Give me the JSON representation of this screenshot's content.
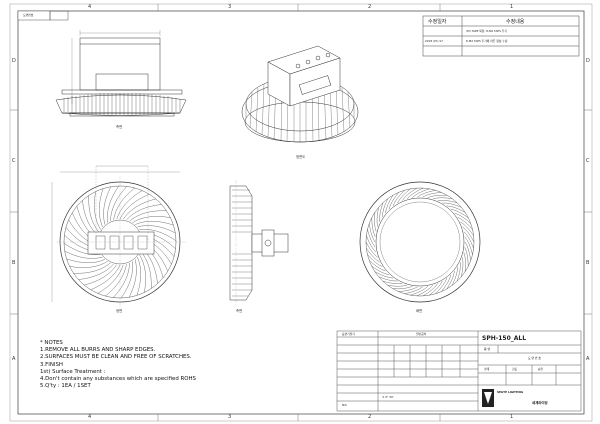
{
  "drawing_number_box": "도면번호",
  "revision_table": {
    "headers": [
      "수정일자",
      "수정내용"
    ],
    "rows": [
      {
        "date": "",
        "content": "(M) TAPE 외함, 8-M2 TAPS 추가"
      },
      {
        "date": "2018 /03 /17",
        "content": "8-M2 TAPS 추가에 따른 형상 수정"
      }
    ]
  },
  "border_zones": {
    "top": [
      "4",
      "3",
      "2",
      "1"
    ],
    "bottom": [
      "4",
      "3",
      "2",
      "1"
    ],
    "left": [
      "D",
      "C",
      "B",
      "A"
    ],
    "right": [
      "D",
      "C",
      "B",
      "A"
    ]
  },
  "view_labels": [
    "측면",
    "정면도",
    "정면",
    "측면",
    "배면"
  ],
  "notes": {
    "heading": "* NOTES",
    "lines": [
      "1.REMOVE ALL BURRS AND SHARP EDGES.",
      "2.SURFACES MUST BE CLEAN AND FREE OF SCRATCHES.",
      "3.FINISH",
      "  1st) Surface Treatment :",
      "4.Don't contain any substances which are specified ROHS",
      "5.Q'ty : 1EA / 1SET"
    ]
  },
  "title_block": {
    "model": "SPH-150_ALL",
    "part_label": "품 명",
    "drawing_label": "도 면 번 호",
    "roles": [
      "설계",
      "검토",
      "승인"
    ],
    "tolerance_header": "일반공차",
    "roughness_header": "표면거칠기",
    "company": "세계라이팅",
    "company_short": "SEGYE LIGHTING",
    "scale": "N/S",
    "angle": "± 0° 30'"
  }
}
